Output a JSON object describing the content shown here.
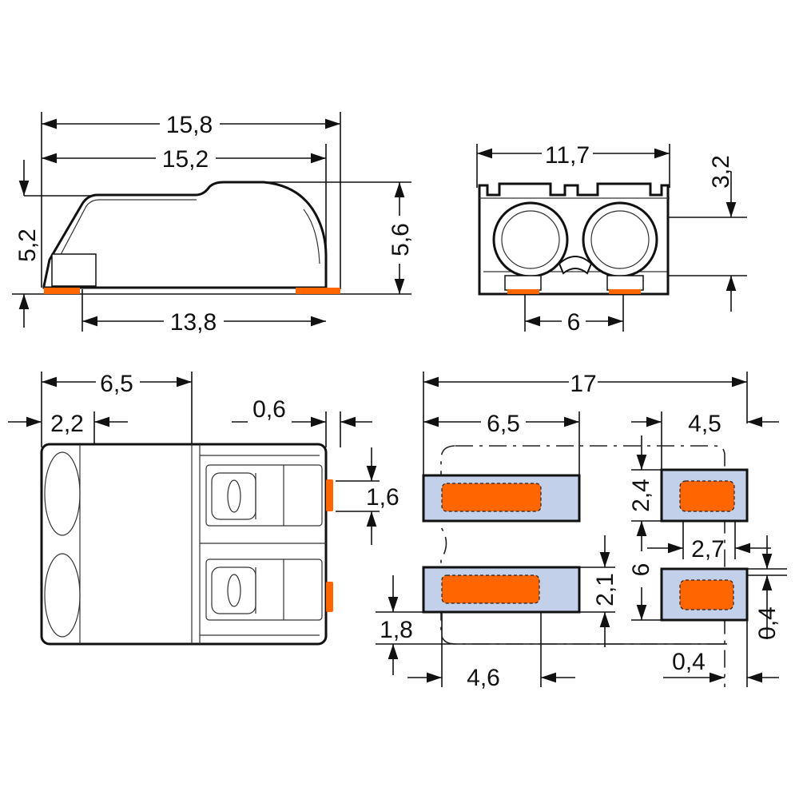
{
  "side_view": {
    "overall_length": "15,8",
    "body_length": "15,2",
    "pad_span": "13,8",
    "step_height": "5,2",
    "total_height": "5,6"
  },
  "front_view": {
    "width": "11,7",
    "top_to_center": "3,2",
    "pin_pitch": "6"
  },
  "top_view": {
    "depth": "6,5",
    "push_area": "2,2",
    "tab_offset": "0,6",
    "tab_width": "1,6"
  },
  "footprint": {
    "total_width": "17",
    "left_pad_length": "6,5",
    "right_pad_length": "4,5",
    "right_pad_height": "2,4",
    "right_pitch": "6",
    "right_opening": "2,7",
    "left_pad_height": "2,1",
    "left_offset": "1,8",
    "left_opening": "4,6",
    "right_edge_offset": "0,4",
    "right_bottom_offset": "0,4"
  },
  "colors": {
    "contact": "#ff6600",
    "pad": "#c3d0ea"
  }
}
